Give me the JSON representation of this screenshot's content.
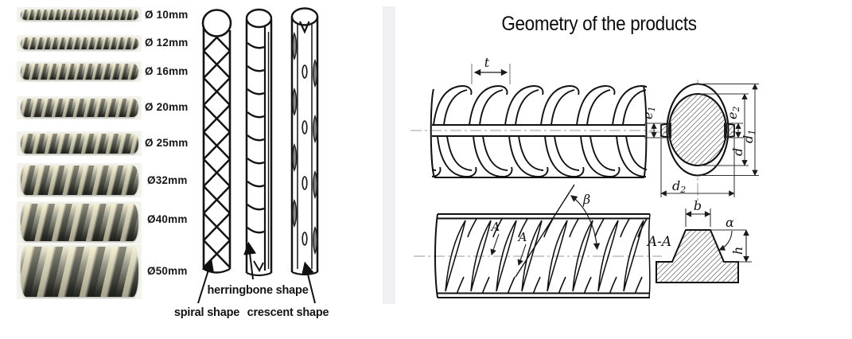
{
  "left_panel": {
    "bars": [
      {
        "label": "Ø 10mm"
      },
      {
        "label": "Ø 12mm"
      },
      {
        "label": "Ø 16mm"
      },
      {
        "label": "Ø 20mm"
      },
      {
        "label": "Ø 25mm"
      },
      {
        "label": "Ø32mm"
      },
      {
        "label": "Ø40mm"
      },
      {
        "label": "Ø50mm"
      }
    ],
    "shapes": {
      "spiral": "spiral shape",
      "herringbone": "herringbone shape",
      "crescent": "crescent shape"
    }
  },
  "geometry": {
    "title": "Geometry of the products",
    "labels": {
      "t": "t",
      "beta": "β",
      "a": "A",
      "section": "A-A",
      "b": "b",
      "alpha": "α",
      "h": "h",
      "e": "e",
      "d": "d",
      "sub1": "1",
      "sub2": "2"
    }
  },
  "colors": {
    "divider_band": "#eef0f3",
    "drawing_ink": "#111111",
    "photo_metal_dark": "#33342e",
    "photo_metal_light": "#f0ecda"
  }
}
